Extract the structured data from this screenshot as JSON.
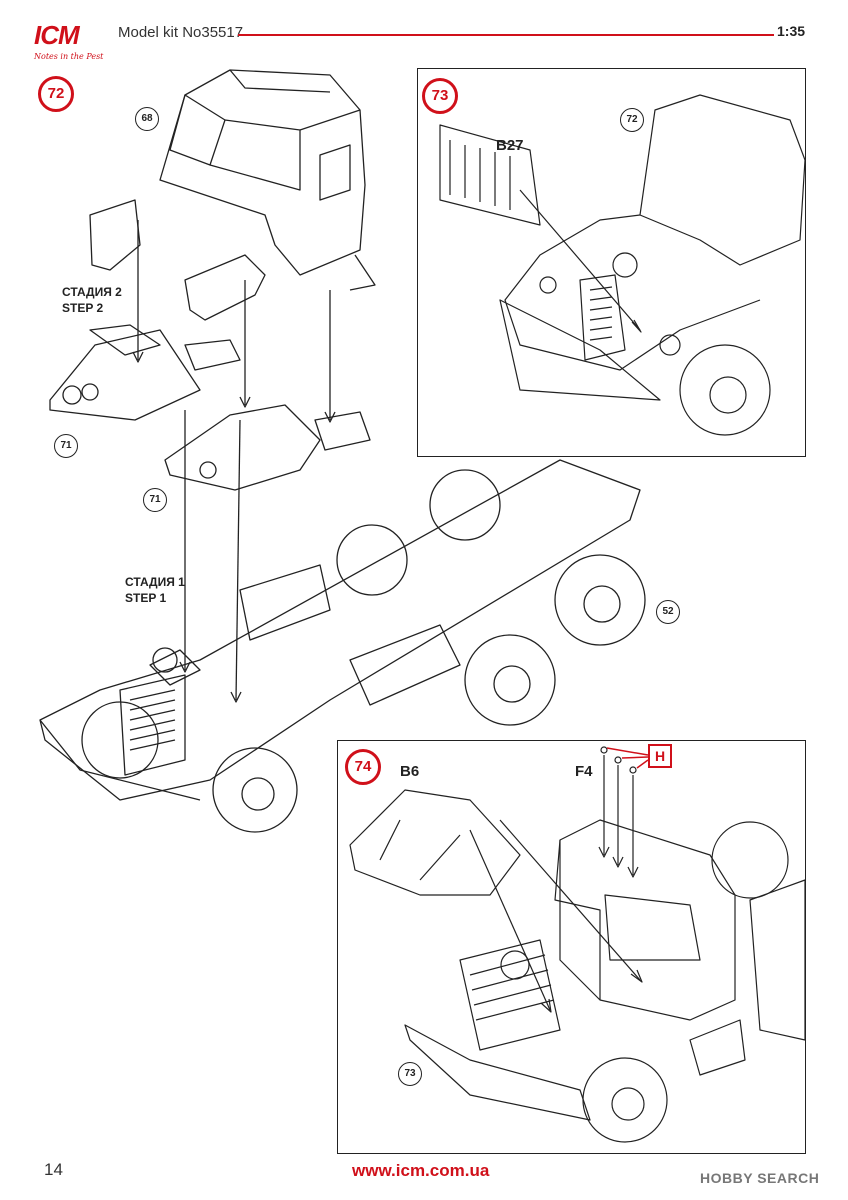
{
  "header": {
    "brand": "ICM",
    "tagline": "Notes in the Pest",
    "model_title": "Model kit No35517",
    "scale": "1:35"
  },
  "steps": {
    "s72": "72",
    "s73": "73",
    "s74": "74"
  },
  "refs": {
    "r68": "68",
    "r71a": "71",
    "r71b": "71",
    "r72": "72",
    "r52": "52",
    "r73": "73"
  },
  "stages": {
    "stage2_ru": "СТАДИЯ 2",
    "stage2_en": "STEP 2",
    "stage1_ru": "СТАДИЯ 1",
    "stage1_en": "STEP 1"
  },
  "parts": {
    "b27": "B27",
    "b6": "B6",
    "f4": "F4",
    "h": "H"
  },
  "footer": {
    "page_number": "14",
    "url": "www.icm.com.ua",
    "watermark": "HOBBY SEARCH"
  },
  "colors": {
    "accent": "#d0101a",
    "line": "#222222"
  }
}
